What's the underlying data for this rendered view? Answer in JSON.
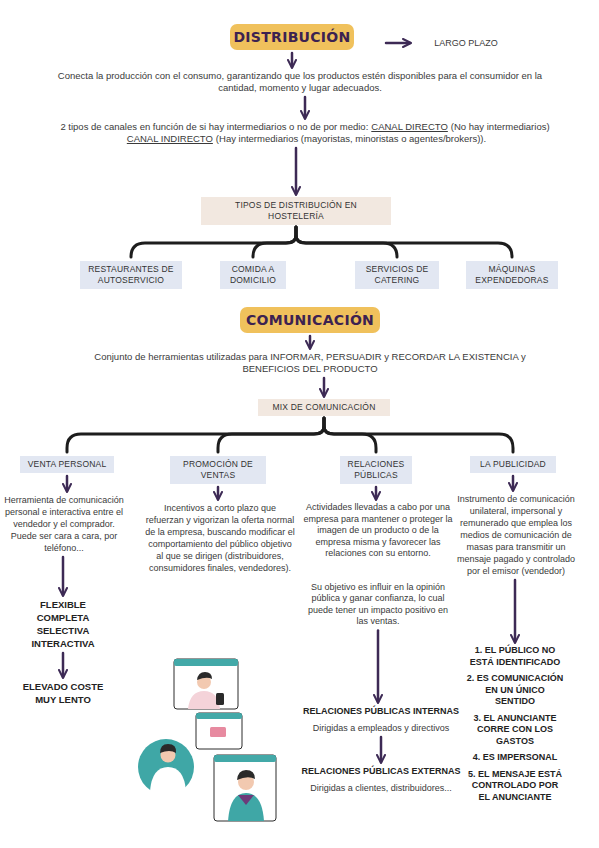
{
  "diagram": {
    "nodes": [
      {
        "text": [
          "DISTRIBUCIÓN"
        ]
      },
      {
        "text": [
          "LARGO PLAZO"
        ]
      },
      {
        "text": [
          "Conecta la producción con el consumo, garantizando que los productos estén disponibles para el consumidor en la cantidad, momento y lugar adecuados."
        ]
      },
      {
        "text": [
          "2 tipos de canales en función de si hay intermediarios o no de por medio:",
          "CANAL DIRECTO",
          "(No hay intermediarios)",
          "CANAL INDIRECTO",
          "(Hay intermediarios (mayoristas, minoristas o agentes/brokers))."
        ]
      },
      {
        "text": [
          "TIPOS DE DISTRIBUCIÓN EN HOSTELERÍA"
        ]
      },
      {
        "text": [
          "RESTAURANTES DE AUTOSERVICIO"
        ]
      },
      {
        "text": [
          "COMIDA A DOMICILIO"
        ]
      },
      {
        "text": [
          "SERVICIOS DE CATERING"
        ]
      },
      {
        "text": [
          "MÁQUINAS EXPENDEDORAS"
        ]
      },
      {
        "text": [
          "COMUNICACIÓN"
        ]
      },
      {
        "text": [
          "Conjunto de herramientas utilizadas para INFORMAR, PERSUADIR y RECORDAR LA EXISTENCIA y BENEFICIOS DEL PRODUCTO"
        ]
      },
      {
        "text": [
          "MIX DE COMUNICACIÓN"
        ]
      },
      {
        "text": [
          "VENTA PERSONAL"
        ]
      },
      {
        "text": [
          "PROMOCIÓN DE VENTAS"
        ]
      },
      {
        "text": [
          "RELACIONES PÚBLICAS"
        ]
      },
      {
        "text": [
          "LA PUBLICIDAD"
        ]
      },
      {
        "text": [
          "Herramienta de comunicación personal e interactiva entre el vendedor y el comprador. Puede ser cara a cara, por teléfono..."
        ]
      },
      {
        "text": [
          "FLEXIBLE COMPLETA SELECTIVA INTERACTIVA"
        ]
      },
      {
        "text": [
          "ELEVADO COSTE MUY LENTO"
        ]
      },
      {
        "text": [
          "Incentivos a corto plazo que refuerzan y vigorizan la oferta normal de la empresa, buscando modificar el comportamiento del público objetivo al que se dirigen (distribuidores, consumidores finales, vendedores)."
        ]
      },
      {
        "text": [
          "Actividades llevadas a cabo por una empresa para mantener o proteger la imagen de un producto o de la empresa misma y favorecer las relaciones con su entorno.",
          "Su objetivo es influir en la opinión pública y ganar confianza, lo cual puede tener un impacto positivo en las ventas."
        ]
      },
      {
        "text": [
          "RELACIONES PÚBLICAS INTERNAS",
          "Dirigidas a empleados y directivos"
        ]
      },
      {
        "text": [
          "RELACIONES PÚBLICAS EXTERNAS",
          "Dirigidas a clientes, distribuidores..."
        ]
      },
      {
        "text": [
          "Instrumento de comunicación unilateral, impersonal y remunerado que emplea los medios de comunicación de masas para transmitir un mensaje pagado y controlado por el emisor (vendedor)"
        ]
      },
      {
        "text": [
          "1. EL PÚBLICO NO ESTÁ IDENTIFICADO",
          "2. ES COMUNICACIÓN EN UN ÚNICO SENTIDO",
          "3. EL ANUNCIANTE CORRE CON LOS GASTOS",
          "4. ES IMPERSONAL",
          "5. EL MENSAJE ESTÁ CONTROLADO POR EL ANUNCIANTE"
        ]
      }
    ],
    "edges": [
      {
        "from": 0,
        "to": 1,
        "arrow": "to"
      },
      {
        "from": 0,
        "to": 2,
        "arrow": "to"
      },
      {
        "from": 2,
        "to": 3,
        "arrow": "to"
      },
      {
        "from": 3,
        "to": 4,
        "arrow": "to"
      },
      {
        "from": 4,
        "to": 5,
        "arrow": "none"
      },
      {
        "from": 4,
        "to": 6,
        "arrow": "none"
      },
      {
        "from": 4,
        "to": 7,
        "arrow": "none"
      },
      {
        "from": 4,
        "to": 8,
        "arrow": "none"
      },
      {
        "from": 9,
        "to": 10,
        "arrow": "to"
      },
      {
        "from": 10,
        "to": 11,
        "arrow": "to"
      },
      {
        "from": 11,
        "to": 12,
        "arrow": "none"
      },
      {
        "from": 11,
        "to": 13,
        "arrow": "none"
      },
      {
        "from": 11,
        "to": 14,
        "arrow": "none"
      },
      {
        "from": 11,
        "to": 15,
        "arrow": "none"
      },
      {
        "from": 12,
        "to": 16,
        "arrow": "to"
      },
      {
        "from": 16,
        "to": 17,
        "arrow": "to"
      },
      {
        "from": 17,
        "to": 18,
        "arrow": "to"
      },
      {
        "from": 13,
        "to": 19,
        "arrow": "to"
      },
      {
        "from": 14,
        "to": 20,
        "arrow": "to"
      },
      {
        "from": 20,
        "to": 21,
        "arrow": "to"
      },
      {
        "from": 21,
        "to": 22,
        "arrow": "to"
      },
      {
        "from": 15,
        "to": 23,
        "arrow": "to"
      },
      {
        "from": 23,
        "to": 24,
        "arrow": "to"
      }
    ]
  }
}
